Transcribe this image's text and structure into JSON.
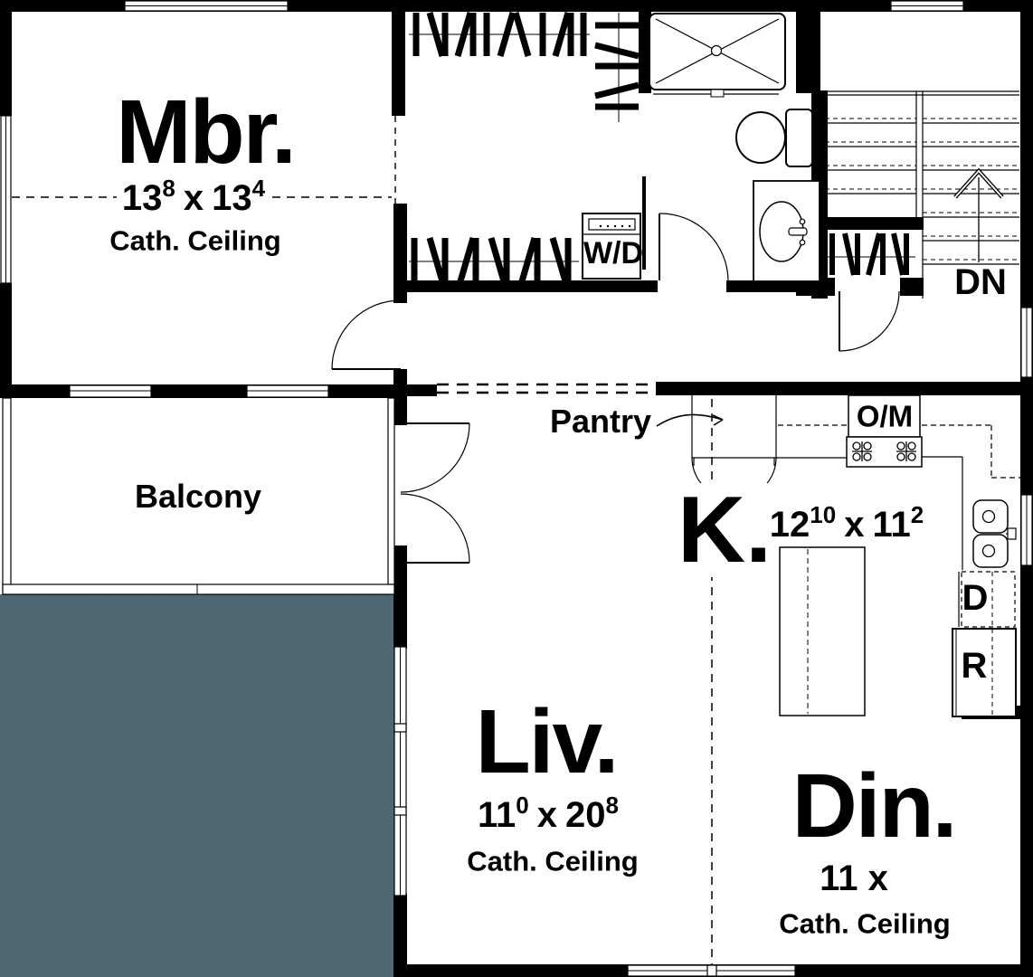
{
  "colors": {
    "background": "#4d6873",
    "wall": "#000000",
    "paper": "#ffffff"
  },
  "rooms": {
    "master_bedroom": {
      "name": "Mbr.",
      "width_ft": "13",
      "width_in": "8",
      "sep": "x",
      "length_ft": "13",
      "length_in": "4",
      "ceiling": "Cath. Ceiling"
    },
    "living": {
      "name": "Liv.",
      "width_ft": "11",
      "width_in": "0",
      "sep": "x",
      "length_ft": "20",
      "length_in": "8",
      "ceiling": "Cath. Ceiling"
    },
    "dining": {
      "name": "Din.",
      "dim": "11 x",
      "ceiling": "Cath. Ceiling"
    },
    "kitchen": {
      "name": "K.",
      "width_ft": "12",
      "width_in": "10",
      "sep": "x",
      "length_ft": "11",
      "length_in": "2"
    },
    "balcony": {
      "name": "Balcony"
    },
    "pantry": {
      "name": "Pantry"
    }
  },
  "labels": {
    "washer_dryer": "W/D",
    "stairs_down": "DN",
    "oven_microwave": "O/M",
    "dishwasher": "D",
    "refrigerator": "R"
  }
}
